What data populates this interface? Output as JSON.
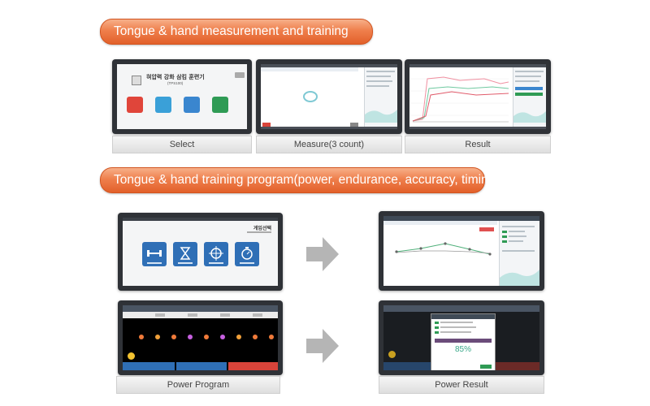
{
  "banners": {
    "top": "Tongue & hand measurement and training",
    "bottom": "Tongue & hand training program(power, endurance, accuracy, timing)"
  },
  "captions": {
    "select": "Select",
    "measure": "Measure(3 count)",
    "result": "Result",
    "power_program": "Power Program",
    "power_result": "Power Result"
  },
  "select_screen": {
    "title": "혀압력 강화 삼킴 훈련기",
    "subtitle": "(TPS100)",
    "button_colors": [
      "#e0453a",
      "#3aa0d8",
      "#3a86cf",
      "#2f9b55"
    ]
  },
  "game_select_screen": {
    "title": "게임선택"
  },
  "power_result_screen": {
    "score": "85%"
  },
  "colors": {
    "banner": "#ef7f4c",
    "tile_blue": "#2f6fb6",
    "arrow": "#b5b5b5"
  }
}
